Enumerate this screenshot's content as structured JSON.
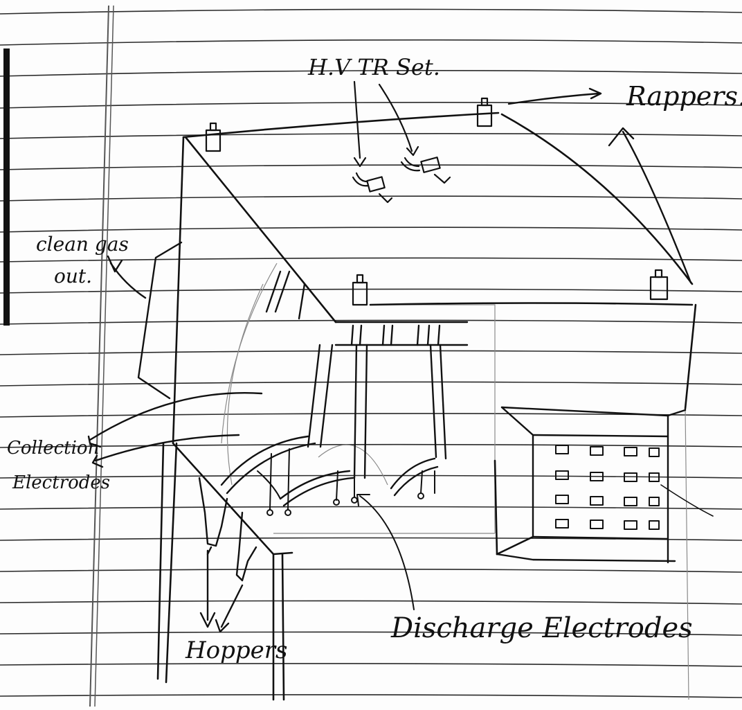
{
  "labels": {
    "hv_tr_set": "H.V TR Set.",
    "rappers": "Rappers.",
    "clean_gas_line1": "clean gas",
    "clean_gas_line2": "out.",
    "collection_line1": "Collection",
    "collection_line2": "Electrodes",
    "hoppers": "Hoppers",
    "discharge": "Discharge Electrodes"
  },
  "colors": {
    "ink": "#111111",
    "paper": "#fdfdfd",
    "rule_line": "#2a2a2a",
    "margin_line": "#555555"
  },
  "style": {
    "medium": "hand-drawn pen sketch on ruled notebook paper",
    "subject": "electrostatic precipitator"
  }
}
